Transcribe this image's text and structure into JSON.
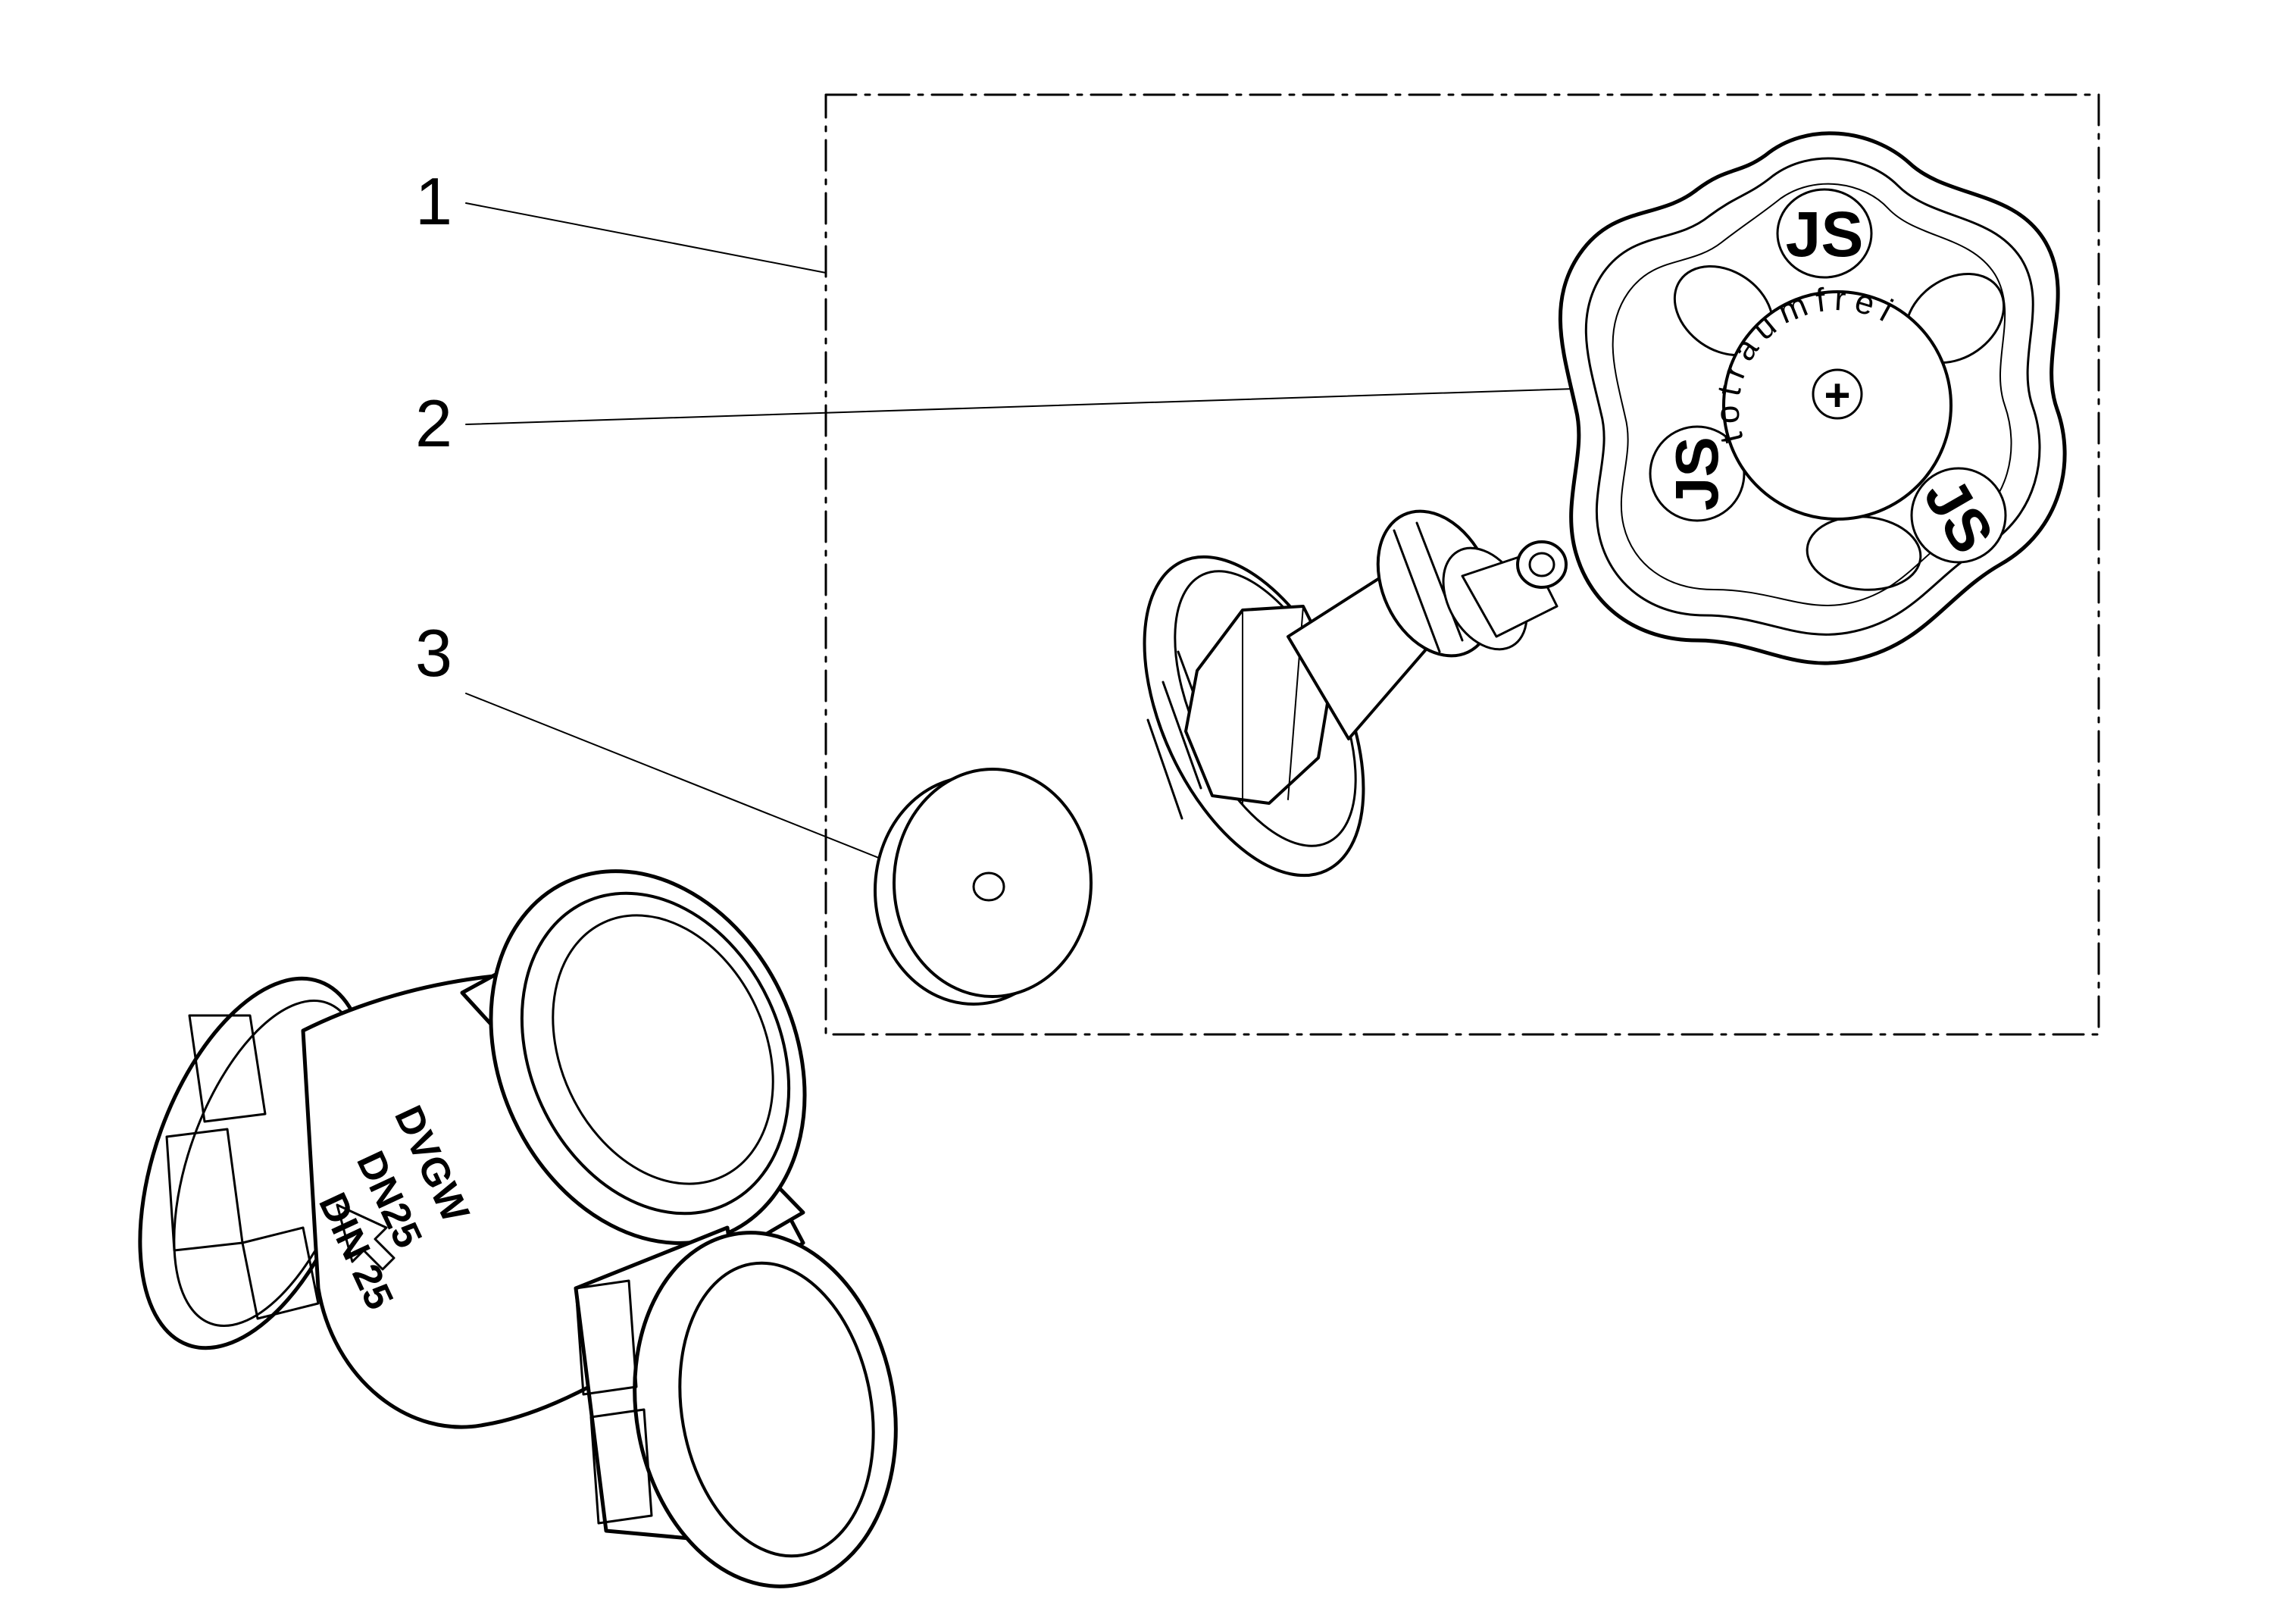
{
  "callouts": [
    {
      "id": "1",
      "label": "1"
    },
    {
      "id": "2",
      "label": "2"
    },
    {
      "id": "3",
      "label": "3"
    }
  ],
  "handwheel": {
    "cap_text": "totraumfrei",
    "cap_symbols": "+ +",
    "logo": "JS"
  },
  "valve_body": {
    "markings": [
      "DVGW",
      "DN25",
      "DIN 25"
    ]
  },
  "colors": {
    "line": "#000000",
    "background": "#ffffff"
  }
}
